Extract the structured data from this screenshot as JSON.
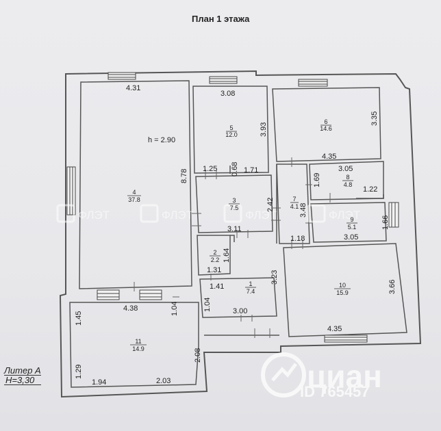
{
  "title": "План 1 этажа",
  "litera": {
    "name": "Литер А",
    "height": "Н=3,30"
  },
  "ceiling_height": "h = 2.90",
  "rooms": [
    {
      "no": "1",
      "area": "7.4"
    },
    {
      "no": "2",
      "area": "2.2"
    },
    {
      "no": "3",
      "area": "7.5"
    },
    {
      "no": "4",
      "area": "37.8"
    },
    {
      "no": "5",
      "area": "12.0"
    },
    {
      "no": "6",
      "area": "14.6"
    },
    {
      "no": "7",
      "area": "4.1"
    },
    {
      "no": "8",
      "area": "4.8"
    },
    {
      "no": "9",
      "area": "5.1"
    },
    {
      "no": "10",
      "area": "15.9"
    },
    {
      "no": "11",
      "area": "14.9"
    }
  ],
  "dimensions": {
    "r4_top": "4.31",
    "r4_side": "8.78",
    "r4_bottom": "4.38",
    "r5_top": "3.08",
    "r5_side": "3.93",
    "r5_b1": "1.25",
    "r5_b2": "0.68",
    "r5_b3": "1.71",
    "r6_side": "3.35",
    "r6_bottom": "4.35",
    "r3_side": "2.42",
    "r3_bottom": "3.11",
    "r2_side": "1.64",
    "r2_bottom": "1.31",
    "r1_top": "1.41",
    "r1_side": "3.23",
    "r1_left": "1.04",
    "r1_bottom": "3.00",
    "r7_side": "3.48",
    "r7_bottom": "1.18",
    "r8_top": "3.05",
    "r8_left": "1.69",
    "r8_bottom": "1.22",
    "r9_side": "1.66",
    "r9_bottom": "3.05",
    "r10_side": "3.66",
    "r10_bottom": "4.35",
    "r11_left_top": "1.45",
    "r11_right_top": "1.04",
    "r11_right": "2.08",
    "r11_left_bottom": "1.29",
    "r11_b1": "1.94",
    "r11_b2": "2.03"
  },
  "watermarks": {
    "brand": "ФЛЭТ",
    "cian": "циан",
    "cian_id": "ID 765457"
  }
}
